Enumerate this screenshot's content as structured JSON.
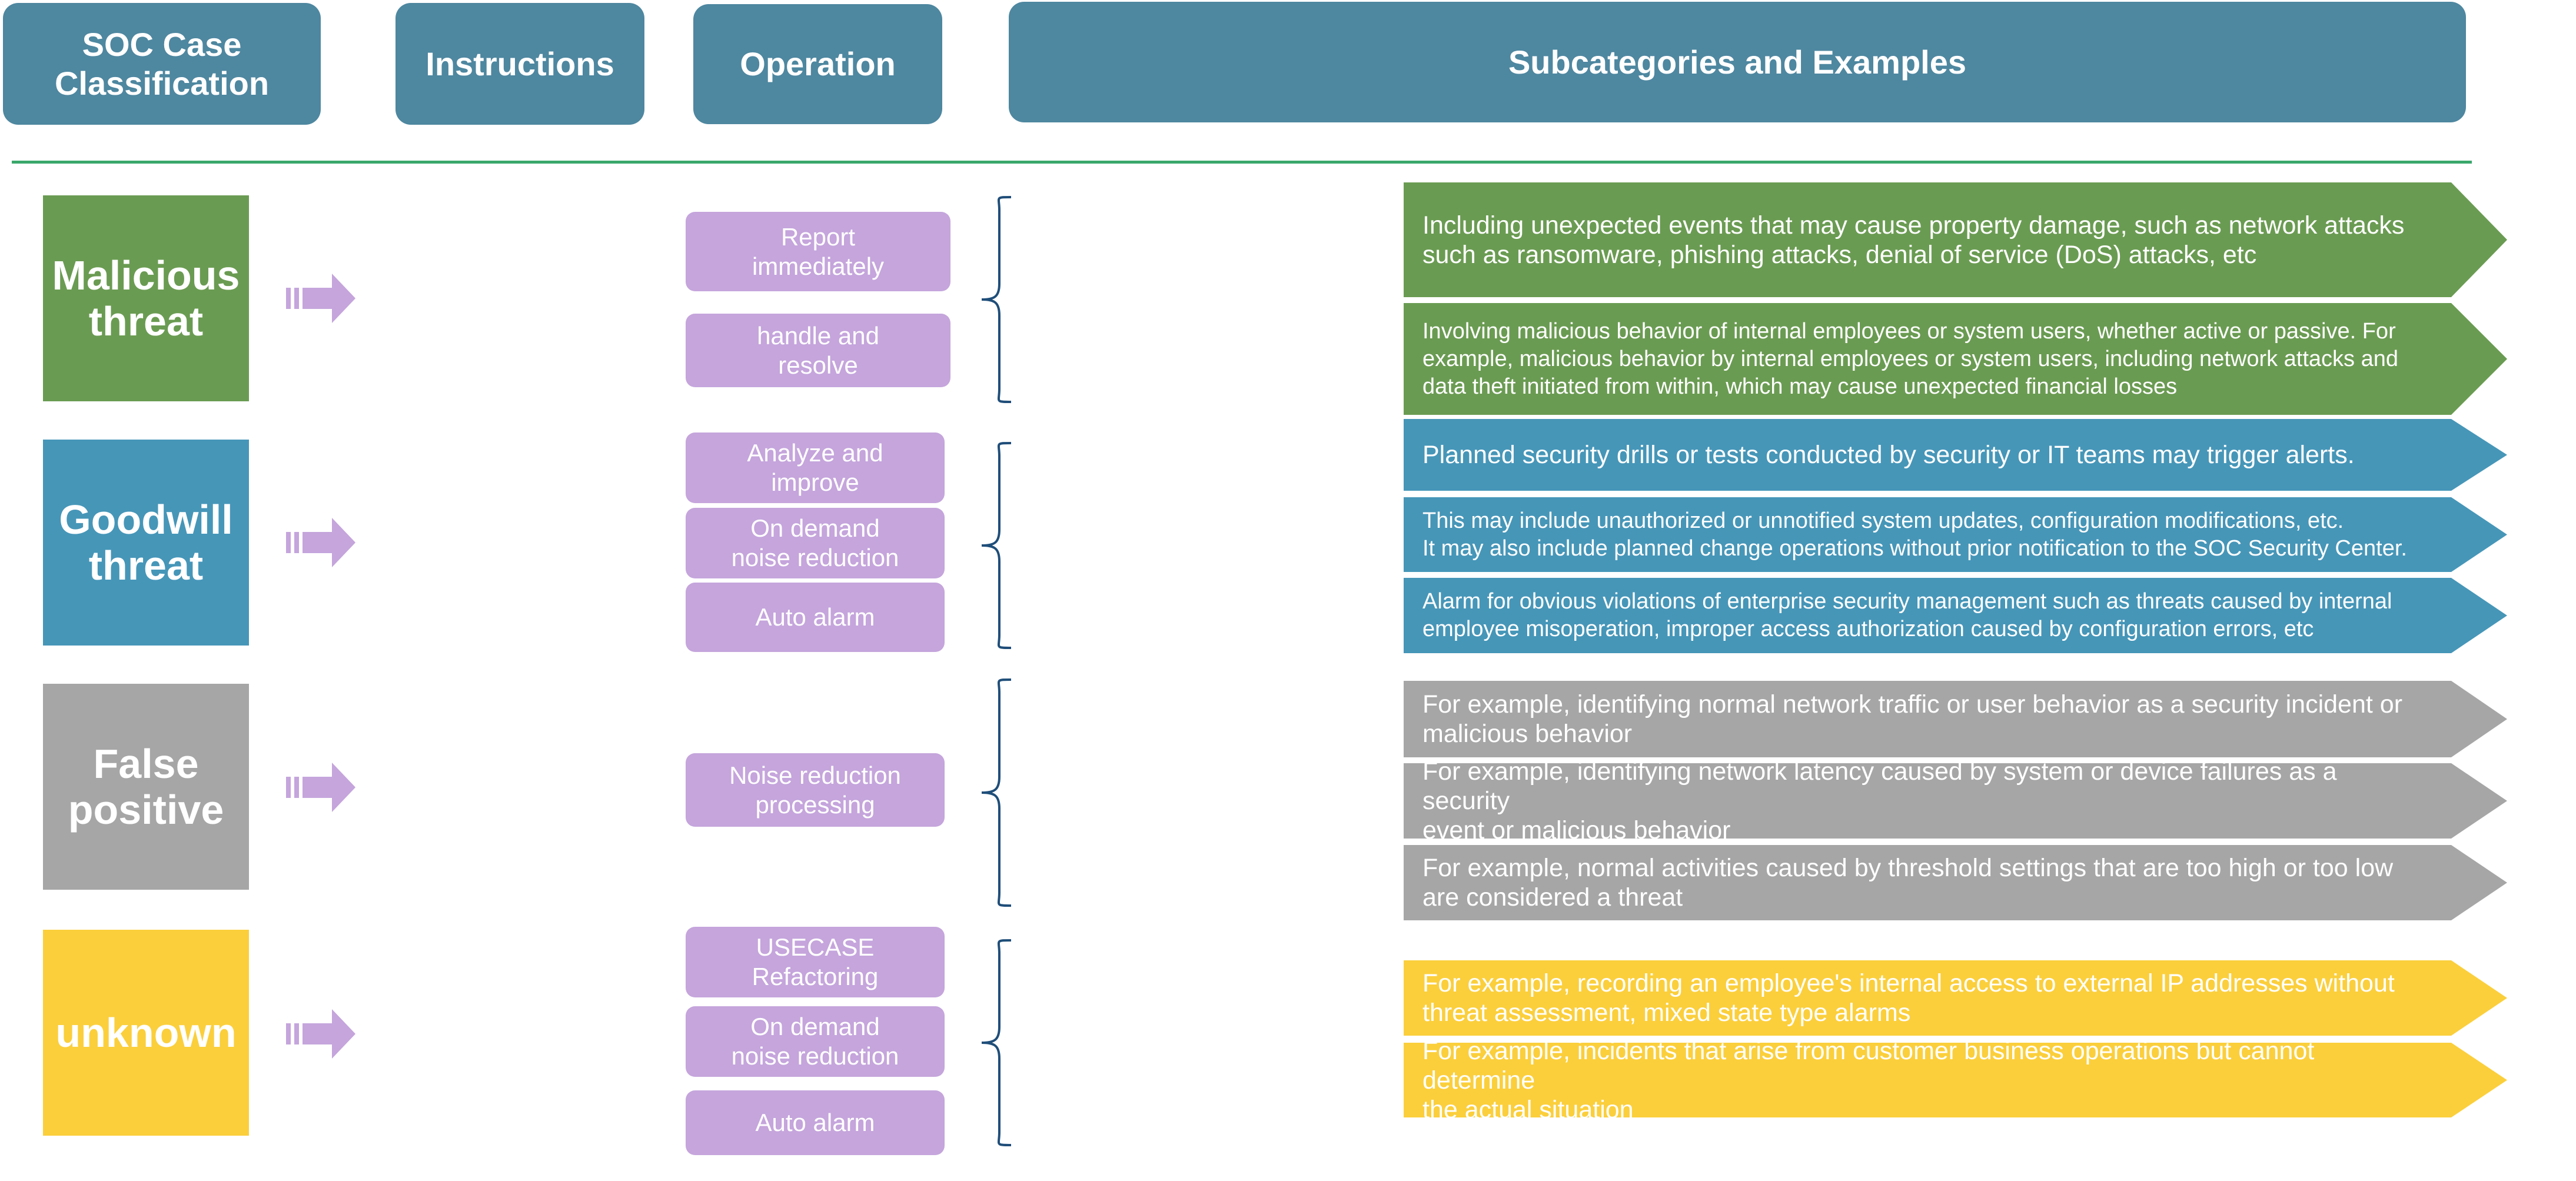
{
  "headers": {
    "classification": "SOC Case\nClassification",
    "instructions": "Instructions",
    "operation": "Operation",
    "subcategories": "Subcategories and Examples"
  },
  "colors": {
    "header": "#4e87a0",
    "rule": "#3aa86b",
    "malicious": "#6a9b52",
    "goodwill": "#4696b8",
    "false_positive": "#a6a6a6",
    "unknown": "#fbcf3c",
    "operation": "#c5a5dc",
    "brace": "#1f4e79"
  },
  "categories": [
    {
      "label": "Malicious\nthreat",
      "color": "#6a9b52",
      "operations": [
        "Report\nimmediately",
        "handle and\nresolve"
      ],
      "examples": [
        "Including unexpected events that may cause property damage, such as network attacks\nsuch as ransomware, phishing attacks, denial of service (DoS) attacks, etc",
        "Involving malicious behavior of internal employees or system users, whether active or passive. For\nexample, malicious behavior by internal employees or system users, including network attacks and\ndata theft initiated from within, which may cause unexpected financial losses"
      ]
    },
    {
      "label": "Goodwill\nthreat",
      "color": "#4696b8",
      "operations": [
        "Analyze and\nimprove",
        "On demand\nnoise reduction",
        "Auto alarm"
      ],
      "examples": [
        "Planned security drills or tests conducted by security or IT teams may trigger alerts.",
        "This may include unauthorized or unnotified system updates, configuration modifications, etc.\nIt may also include planned change operations without prior notification to the SOC Security Center.",
        "Alarm for obvious violations of enterprise security management such as threats caused by internal\nemployee misoperation, improper access authorization caused by configuration errors, etc"
      ]
    },
    {
      "label": "False\npositive",
      "color": "#a6a6a6",
      "operations": [
        "Noise reduction\nprocessing"
      ],
      "examples": [
        "For example, identifying normal network traffic or user behavior as a security incident or\nmalicious behavior",
        "For example, identifying network latency caused by system or device failures as a security\nevent or malicious behavior",
        "For example, normal activities caused by threshold settings that are too high or too low\nare considered a threat"
      ]
    },
    {
      "label": "unknown",
      "color": "#fbcf3c",
      "operations": [
        "USECASE\nRefactoring",
        "On demand\nnoise reduction",
        "Auto alarm"
      ],
      "examples": [
        "For example, recording an employee's internal access to external IP addresses without\nthreat assessment, mixed state type alarms",
        "For example, incidents that arise from customer business operations but cannot determine\nthe actual situation"
      ]
    }
  ]
}
